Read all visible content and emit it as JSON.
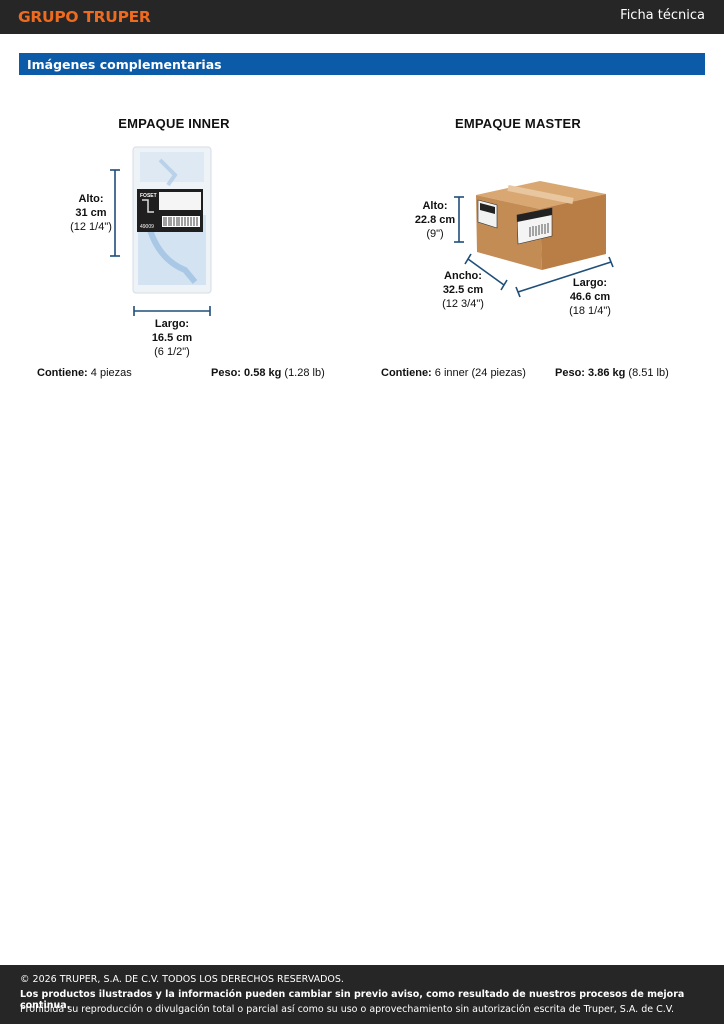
{
  "header": {
    "brand": "GRUPO TRUPER",
    "doc_type": "Ficha técnica",
    "brand_color": "#ee6a1f"
  },
  "section": {
    "title": "Imágenes complementarias",
    "color": "#0c5ba8"
  },
  "inner": {
    "heading": "EMPAQUE INNER",
    "alto_label": "Alto:",
    "alto_cm": "31 cm",
    "alto_in": "(12 1/4\")",
    "largo_label": "Largo:",
    "largo_cm": "16.5 cm",
    "largo_in": "(6 1/2\")",
    "contiene_label": "Contiene:",
    "contiene_value": "4 piezas",
    "peso_label": "Peso:",
    "peso_kg": "0.58 kg",
    "peso_lb": "(1.28 lb)",
    "label_brand": "FOSET",
    "label_code": "49009"
  },
  "master": {
    "heading": "EMPAQUE MASTER",
    "alto_label": "Alto:",
    "alto_cm": "22.8 cm",
    "alto_in": "(9\")",
    "ancho_label": "Ancho:",
    "ancho_cm": "32.5 cm",
    "ancho_in": "(12 3/4\")",
    "largo_label": "Largo:",
    "largo_cm": "46.6 cm",
    "largo_in": "(18 1/4\")",
    "contiene_label": "Contiene:",
    "contiene_value": "6 inner (24 piezas)",
    "peso_label": "Peso:",
    "peso_kg": "3.86 kg",
    "peso_lb": "(8.51 lb)"
  },
  "footer": {
    "copyright": "© 2026 TRUPER, S.A. DE C.V. TODOS LOS DERECHOS RESERVADOS.",
    "notice": "Los productos ilustrados y la información pueden cambiar sin previo aviso, como resultado de nuestros procesos de mejora continua.",
    "prohibition": "Prohibida su reproducción o divulgación total o parcial así como su uso o aprovechamiento sin autorización escrita de Truper, S.A. de C.V."
  }
}
